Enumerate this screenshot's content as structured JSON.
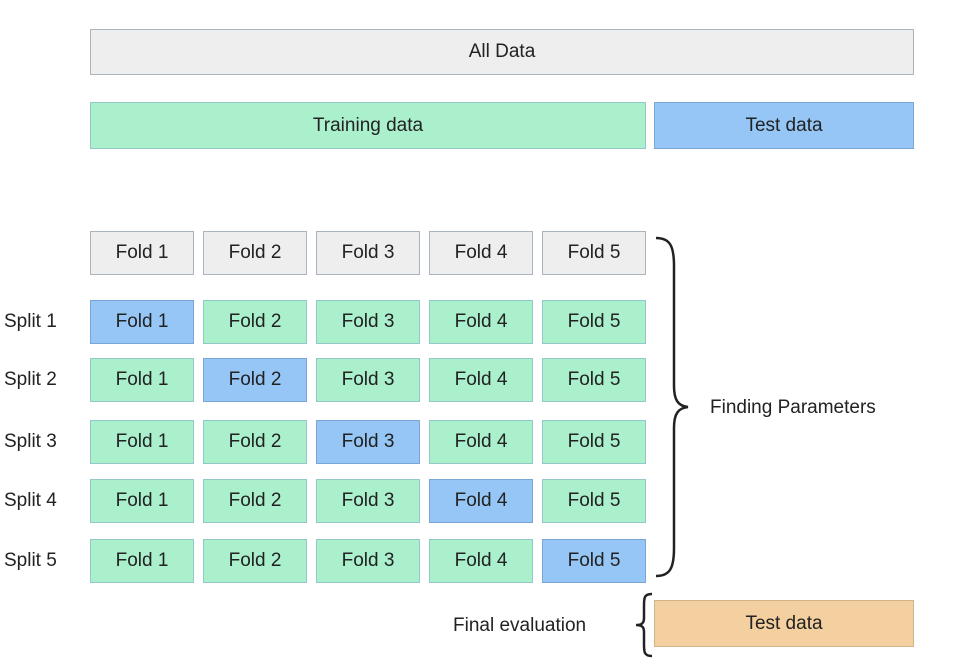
{
  "top": {
    "all_data": "All Data",
    "training_data": "Training data",
    "test_data": "Test data"
  },
  "fold_header": [
    "Fold 1",
    "Fold 2",
    "Fold 3",
    "Fold 4",
    "Fold 5"
  ],
  "splits": [
    {
      "label": "Split 1",
      "test_fold": 1
    },
    {
      "label": "Split 2",
      "test_fold": 2
    },
    {
      "label": "Split 3",
      "test_fold": 3
    },
    {
      "label": "Split 4",
      "test_fold": 4
    },
    {
      "label": "Split 5",
      "test_fold": 5
    }
  ],
  "finding_parameters": "Finding Parameters",
  "final": {
    "label": "Final evaluation",
    "test_data": "Test data"
  },
  "colors": {
    "neutral": "#eeeeee",
    "training": "#aaf0cc",
    "validation": "#95c6f5",
    "final_test": "#f4cf9f"
  }
}
